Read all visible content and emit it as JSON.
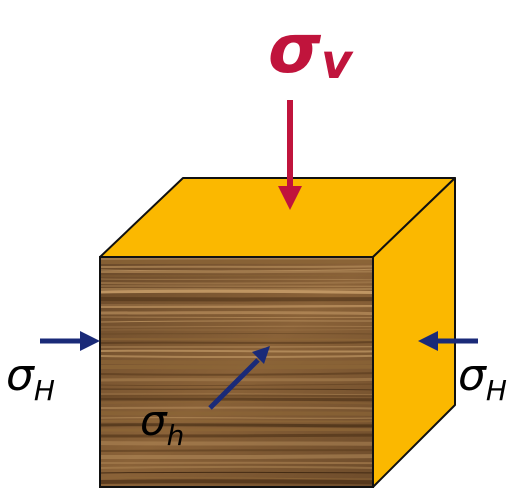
{
  "labels": {
    "vertical": {
      "symbol": "σ",
      "subscript": "v"
    },
    "horizontal_left": {
      "symbol": "σ",
      "subscript": "H"
    },
    "horizontal_right": {
      "symbol": "σ",
      "subscript": "H"
    },
    "horizontal_minor": {
      "symbol": "σ",
      "subscript": "h"
    }
  },
  "colors": {
    "vertical_stress": "#c0143c",
    "horizontal_stress": "#1a2a78",
    "cube_faces": "#fbb800",
    "rock_base": "#7a5631",
    "outline": "#111111"
  }
}
